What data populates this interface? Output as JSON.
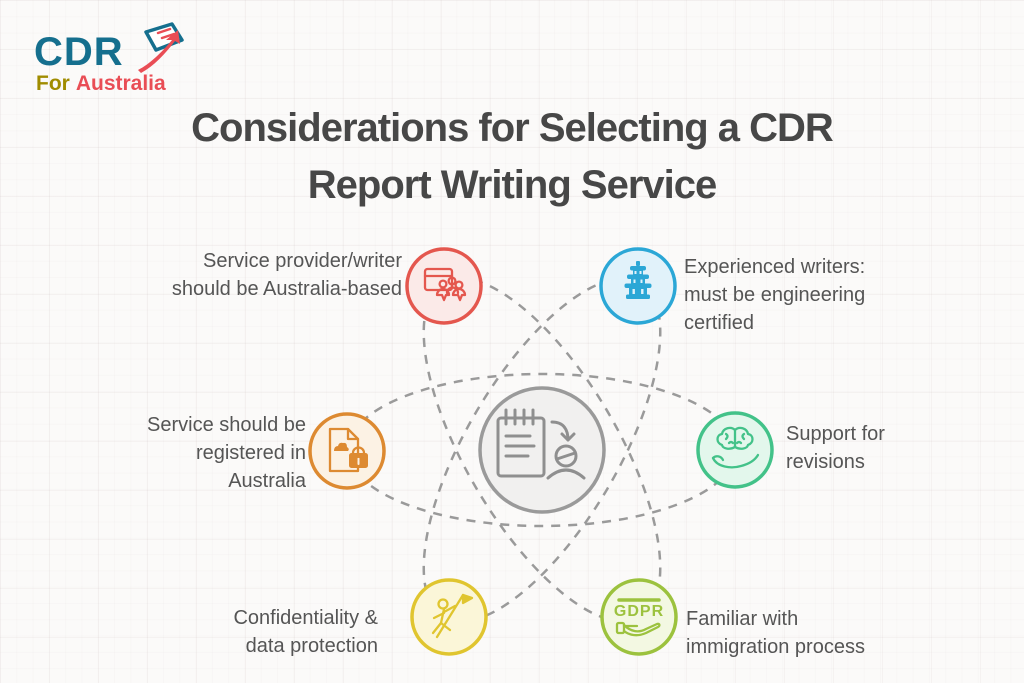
{
  "logo": {
    "cdr": "CDR",
    "for": "For",
    "country": "Australia",
    "colors": {
      "cdr": "#156F8E",
      "for": "#A08C00",
      "country": "#E94D55"
    }
  },
  "title": {
    "line1": "Considerations for Selecting a CDR",
    "line2": "Report Writing Service",
    "color": "#474747"
  },
  "diagram": {
    "orbit_color": "#9A9A9A",
    "center_node": {
      "icon": "report-to-client-icon",
      "fill": "#F1F0EF",
      "stroke": "#9A9A9A"
    },
    "items": [
      {
        "id": "australia-based-writer",
        "position": "top-left",
        "icon": "team-screen-icon",
        "accent": "#E4574E",
        "tint": "#FBEAE8",
        "lines": [
          "Service provider/writer",
          "should be Australia-based"
        ]
      },
      {
        "id": "experienced-writers",
        "position": "top-right",
        "icon": "pagoda-icon",
        "accent": "#2BA7D6",
        "tint": "#E1F2FA",
        "lines": [
          "Experienced writers:",
          "must be engineering",
          "certified"
        ]
      },
      {
        "id": "registered-in-australia",
        "position": "middle-left",
        "icon": "document-lock-icon",
        "accent": "#DD8A31",
        "tint": "#FCF2E4",
        "lines": [
          "Service should be",
          "registered in",
          "Australia"
        ]
      },
      {
        "id": "support-for-revisions",
        "position": "middle-right",
        "icon": "hand-brain-icon",
        "accent": "#43C289",
        "tint": "#E3F7EC",
        "lines": [
          "Support for",
          "revisions"
        ]
      },
      {
        "id": "confidentiality-data-protection",
        "position": "bottom-left",
        "icon": "person-flag-icon",
        "accent": "#E0C52F",
        "tint": "#FBF6D8",
        "lines": [
          "Confidentiality &",
          "data protection"
        ]
      },
      {
        "id": "familiar-immigration-process",
        "position": "bottom-right",
        "icon": "gdpr-hand-icon",
        "accent": "#9CC23E",
        "tint": "#F3F8E2",
        "icon_text": "GDPR",
        "lines": [
          "Familiar with",
          "immigration process"
        ]
      }
    ]
  }
}
